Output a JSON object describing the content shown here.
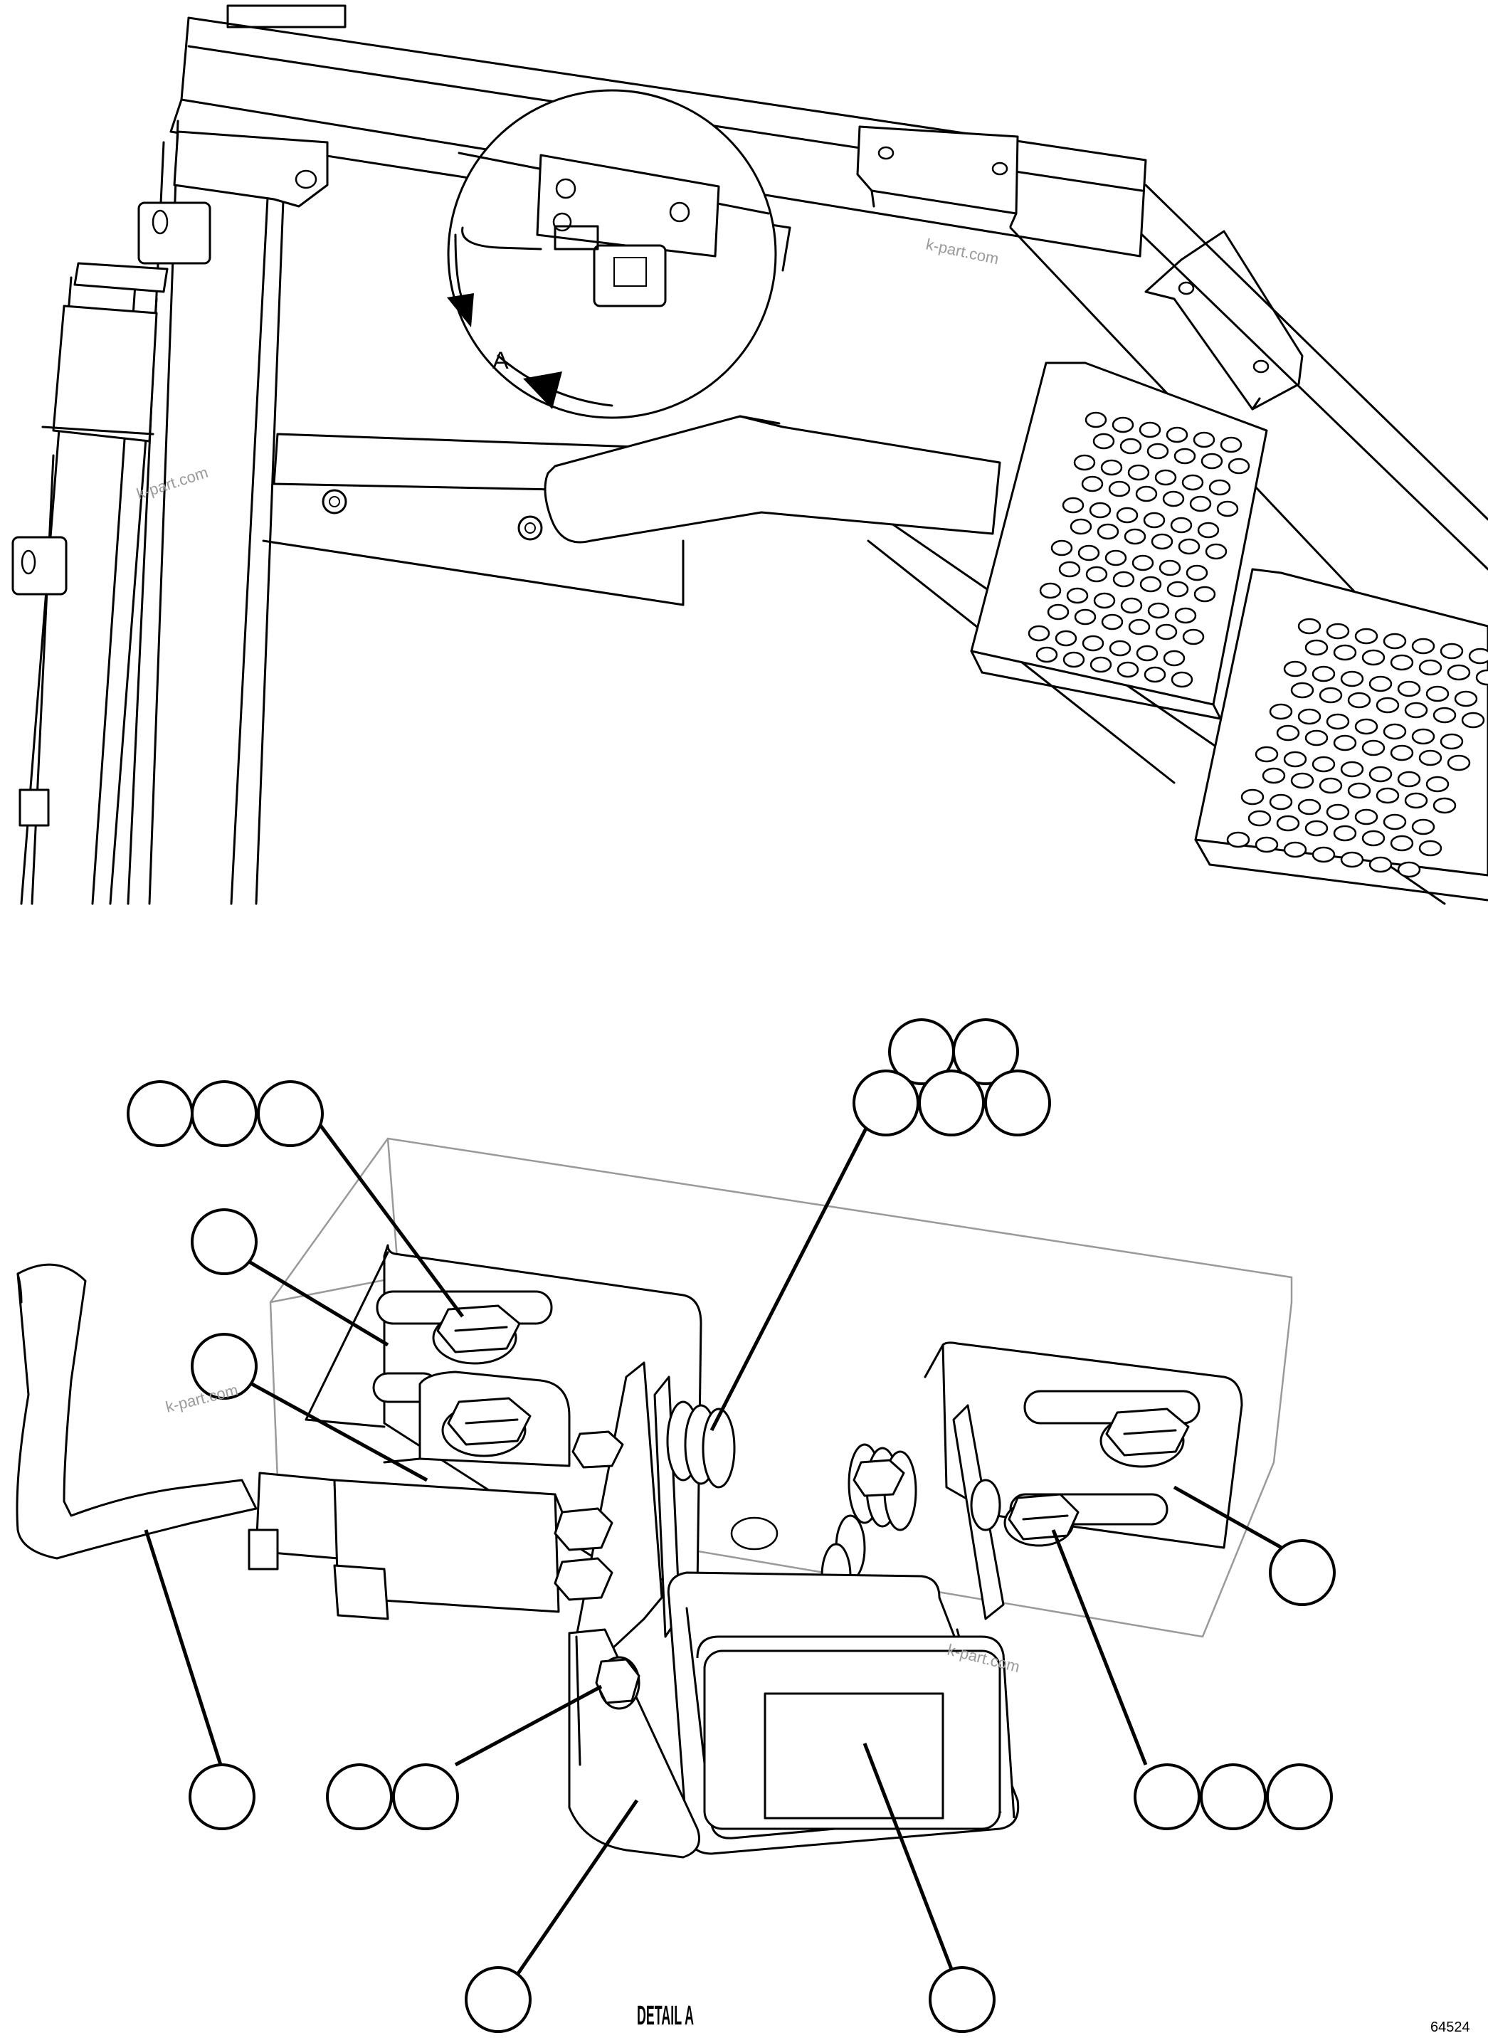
{
  "view_label": "A",
  "detail_title": "DETAIL A",
  "drawing_number": "64524",
  "watermark": "k-part.com",
  "colors": {
    "line": "#000000",
    "background": "#ffffff",
    "watermark": "#9a9a9a"
  }
}
